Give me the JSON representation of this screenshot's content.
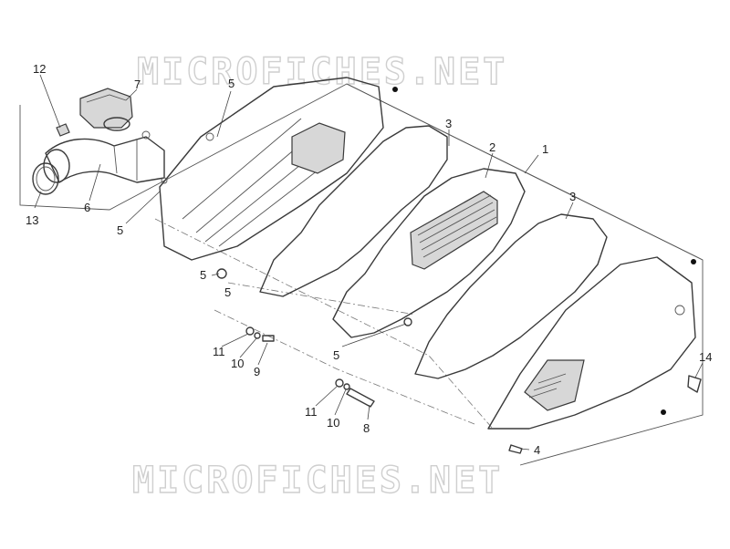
{
  "watermark": {
    "top": "MICROFICHES.NET",
    "bottom": "MICROFICHES.NET"
  },
  "callouts": {
    "c1": "1",
    "c2": "2",
    "c3a": "3",
    "c3b": "3",
    "c4": "4",
    "c5a": "5",
    "c5b": "5",
    "c5c": "5",
    "c5d": "5",
    "c5e": "5",
    "c6": "6",
    "c7": "7",
    "c8": "8",
    "c9": "9",
    "c10a": "10",
    "c10b": "10",
    "c11a": "11",
    "c11b": "11",
    "c12": "12",
    "c13": "13",
    "c14": "14"
  }
}
